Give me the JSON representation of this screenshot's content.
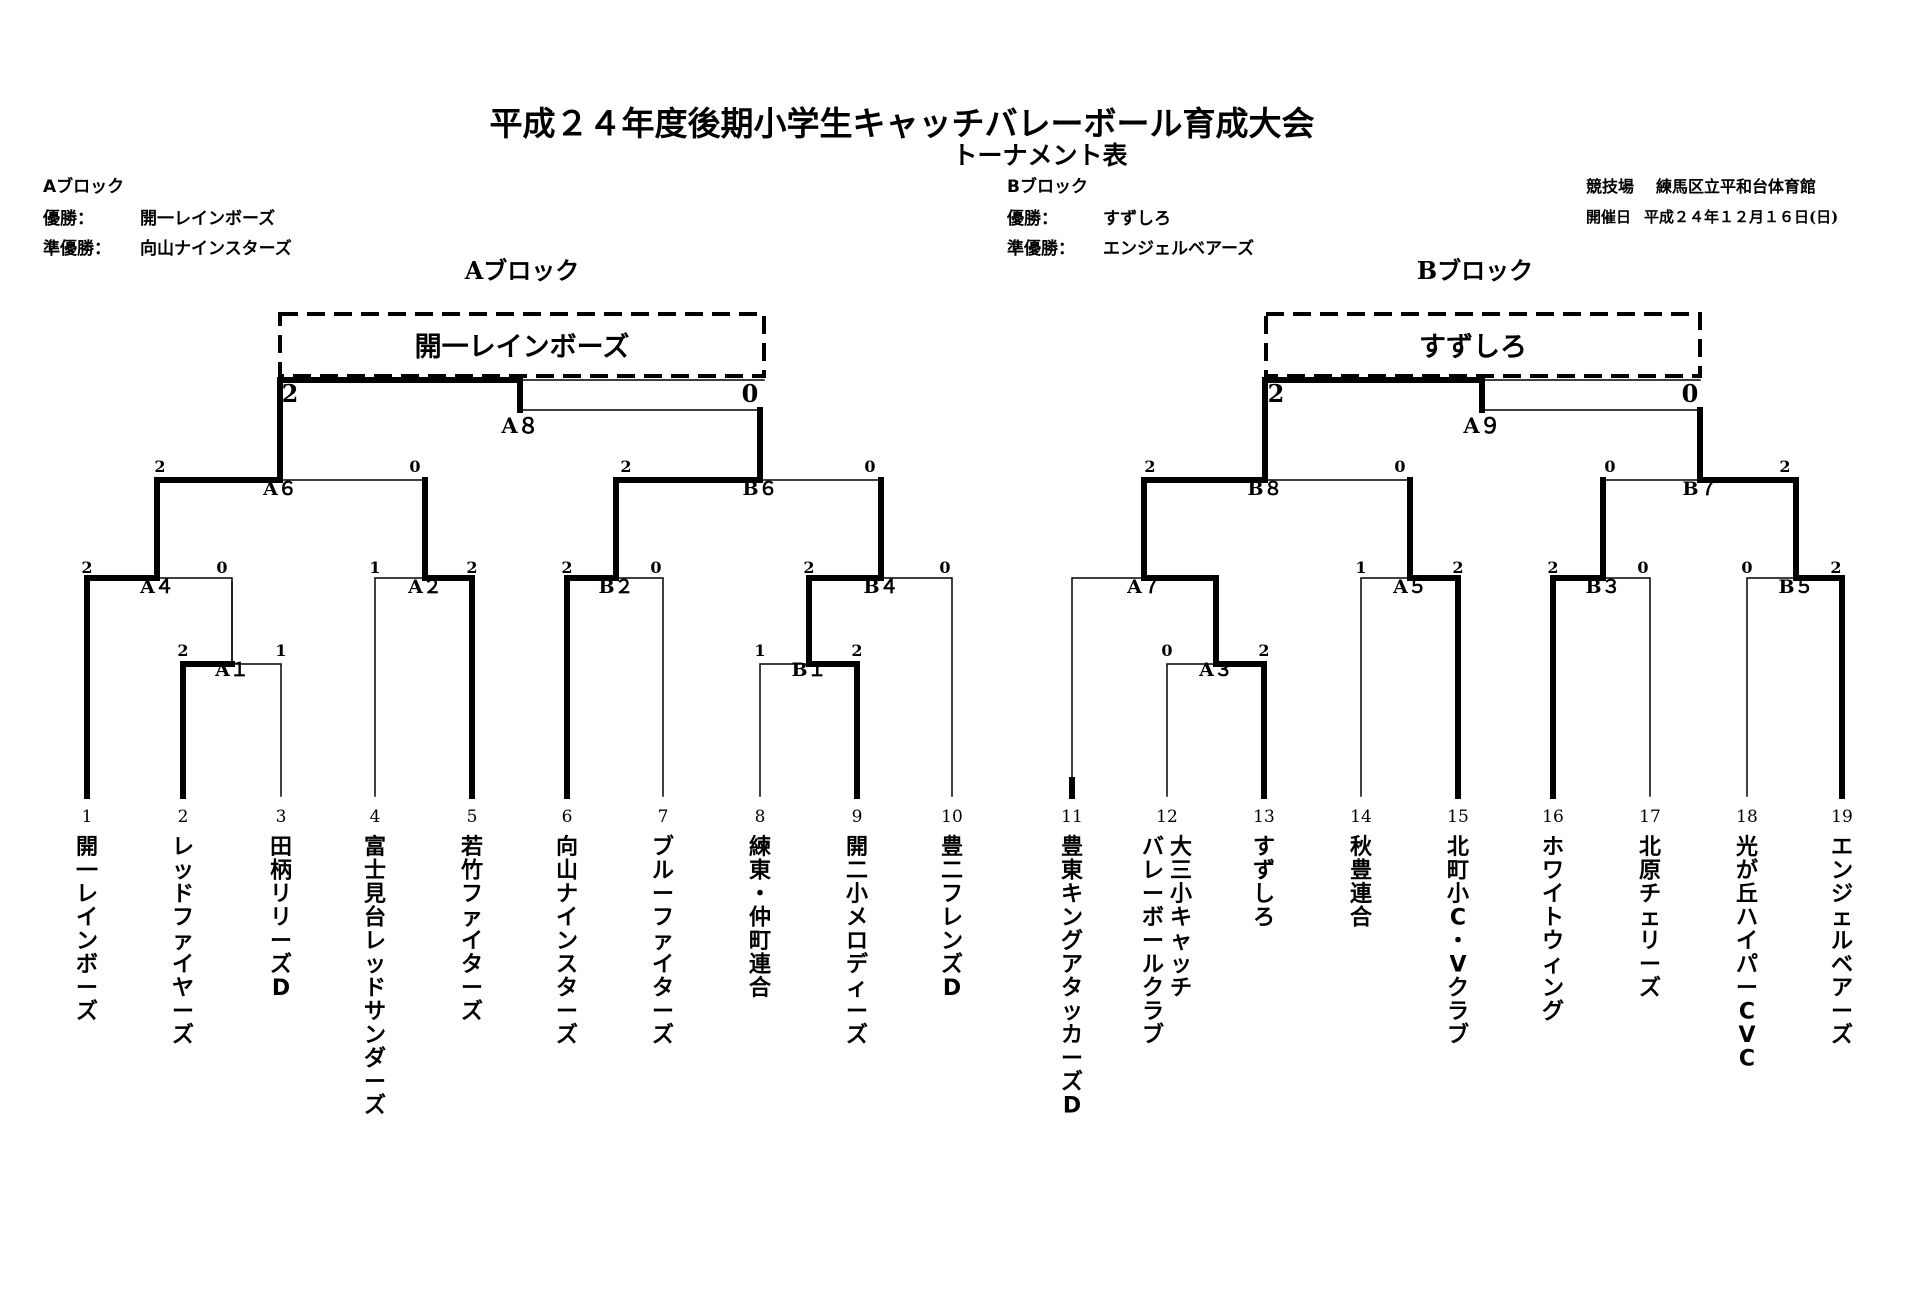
{
  "header": {
    "title": "平成２４年度後期小学生キャッチバレーボール育成大会",
    "subtitle": "トーナメント表",
    "venue_label": "競技場",
    "venue": "練馬区立平和台体育館",
    "date_label": "開催日",
    "date": "平成２４年１２月１６日(日)"
  },
  "summary": {
    "a": {
      "block": "Aブロック",
      "winner_label": "優勝：",
      "winner": "開一レインボーズ",
      "runner_label": "準優勝：",
      "runner": "向山ナインスターズ"
    },
    "b": {
      "block": "Bブロック",
      "winner_label": "優勝：",
      "winner": "すずしろ",
      "runner_label": "準優勝：",
      "runner": "エンジェルベアーズ"
    }
  },
  "brackets": {
    "a": {
      "title": "Aブロック",
      "champion": "開一レインボーズ"
    },
    "b": {
      "title": "Bブロック",
      "champion": "すずしろ"
    }
  },
  "teams": [
    {
      "n": "1",
      "name": "開一レインボーズ"
    },
    {
      "n": "2",
      "name": "レッドファイヤーズ"
    },
    {
      "n": "3",
      "name": "田柄リリーズD"
    },
    {
      "n": "4",
      "name": "富士見台レッドサンダーズ"
    },
    {
      "n": "5",
      "name": "若竹ファイターズ"
    },
    {
      "n": "6",
      "name": "向山ナインスターズ"
    },
    {
      "n": "7",
      "name": "ブルーファイターズ"
    },
    {
      "n": "8",
      "name": "練東・仲町連合"
    },
    {
      "n": "9",
      "name": "開二小メロディーズ"
    },
    {
      "n": "10",
      "name": "豊二フレンズD"
    },
    {
      "n": "11",
      "name": "豊東キングアタッカーズD"
    },
    {
      "n": "12",
      "name": "大三小キャッチ",
      "name2": "バレーボールクラブ"
    },
    {
      "n": "13",
      "name": "すずしろ"
    },
    {
      "n": "14",
      "name": "秋豊連合"
    },
    {
      "n": "15",
      "name": "北町小C・Vクラブ"
    },
    {
      "n": "16",
      "name": "ホワイトウィング"
    },
    {
      "n": "17",
      "name": "北原チェリーズ"
    },
    {
      "n": "18",
      "name": "光が丘ハイパーCVC"
    },
    {
      "n": "19",
      "name": "エンジェルベアーズ"
    }
  ],
  "matches": [
    {
      "label": "A１",
      "score_left": "2",
      "score_right": "1"
    },
    {
      "label": "A２",
      "score_left": "1",
      "score_right": "2"
    },
    {
      "label": "A３",
      "score_left": "0",
      "score_right": "2"
    },
    {
      "label": "A４",
      "score_left": "2",
      "score_right": "0"
    },
    {
      "label": "A５",
      "score_left": "1",
      "score_right": "2"
    },
    {
      "label": "A６",
      "score_left": "2",
      "score_right": "0"
    },
    {
      "label": "A７",
      "score_left": "",
      "score_right": ""
    },
    {
      "label": "A８",
      "score_left": "2",
      "score_right": "0"
    },
    {
      "label": "A９",
      "score_left": "2",
      "score_right": "0"
    },
    {
      "label": "B１",
      "score_left": "1",
      "score_right": "2"
    },
    {
      "label": "B２",
      "score_left": "2",
      "score_right": "0"
    },
    {
      "label": "B３",
      "score_left": "2",
      "score_right": "0"
    },
    {
      "label": "B４",
      "score_left": "2",
      "score_right": "0"
    },
    {
      "label": "B５",
      "score_left": "0",
      "score_right": "2"
    },
    {
      "label": "B６",
      "score_left": "2",
      "score_right": "0"
    },
    {
      "label": "B７",
      "score_left": "0",
      "score_right": "2"
    },
    {
      "label": "B８",
      "score_left": "2",
      "score_right": "0"
    }
  ]
}
